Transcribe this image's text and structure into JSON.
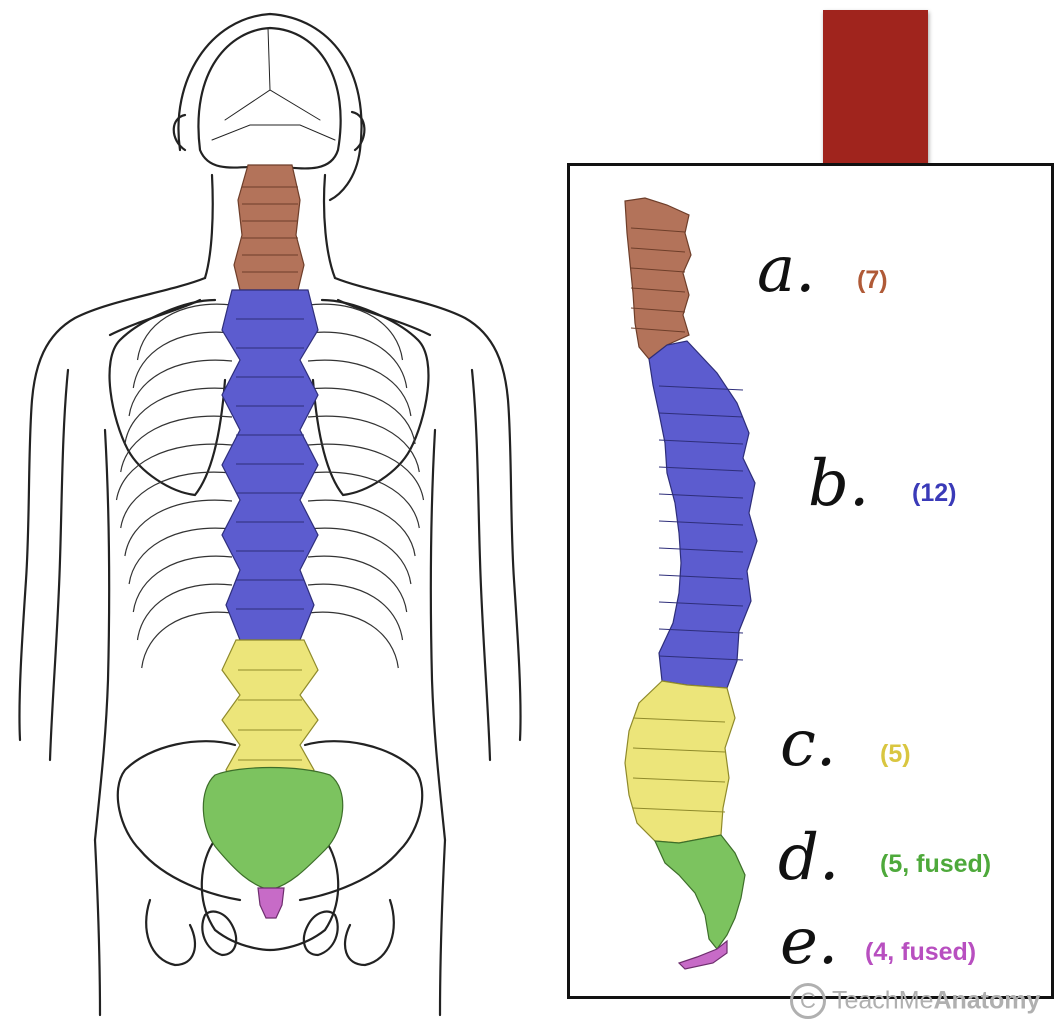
{
  "colors": {
    "cervical": "#b3735a",
    "thoracic": "#5c5ccf",
    "lumbar": "#ece57a",
    "sacrum": "#7cc35f",
    "coccyx": "#c76bc7",
    "tab": "#a0241d"
  },
  "labels": [
    {
      "letter": "a.",
      "count": "(7)",
      "color": "#b05a37"
    },
    {
      "letter": "b.",
      "count": "(12)",
      "color": "#3a3ab8"
    },
    {
      "letter": "c.",
      "count": "(5)",
      "color": "#d9c640"
    },
    {
      "letter": "d.",
      "count": "(5, fused)",
      "color": "#4ea93b"
    },
    {
      "letter": "e.",
      "count": "(4, fused)",
      "color": "#b84fc0"
    }
  ],
  "watermark": {
    "symbol": "C",
    "prefix": "TeachMe",
    "suffix": "Anatomy"
  }
}
